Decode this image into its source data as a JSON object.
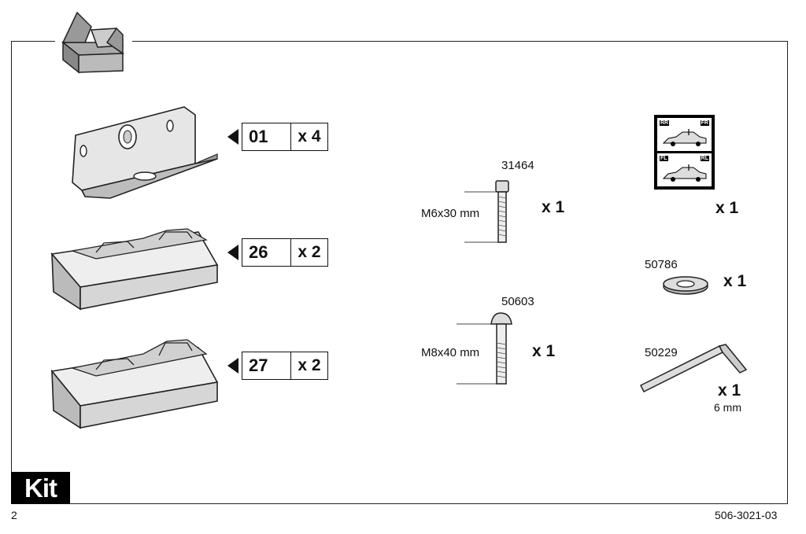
{
  "kit_label": "Kit",
  "page_number": "2",
  "doc_code": "506-3021-03",
  "parts": [
    {
      "id": "01",
      "qty": "x 4"
    },
    {
      "id": "26",
      "qty": "x 2"
    },
    {
      "id": "27",
      "qty": "x 2"
    }
  ],
  "bolts": [
    {
      "code": "31464",
      "size": "M6x30 mm",
      "qty": "x 1"
    },
    {
      "code": "50603",
      "size": "M8x40 mm",
      "qty": "x 1"
    }
  ],
  "sticker": {
    "qty": "x 1",
    "labels": [
      "RR",
      "FR",
      "FL",
      "RL"
    ]
  },
  "washer": {
    "code": "50786",
    "qty": "x 1"
  },
  "hex_key": {
    "code": "50229",
    "qty": "x 1",
    "size": "6 mm"
  }
}
